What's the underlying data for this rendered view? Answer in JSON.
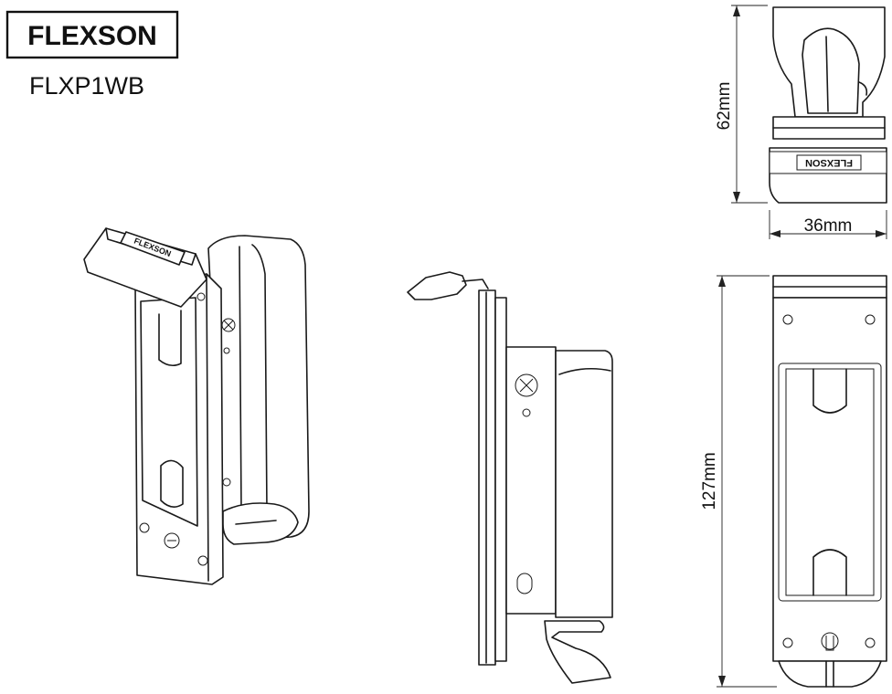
{
  "brand": {
    "logo_text": "FLEXSON",
    "model": "FLXP1WB"
  },
  "parts": {
    "cap_label": "FLEXSON"
  },
  "dimensions": {
    "top_height": "62mm",
    "top_width": "36mm",
    "plate_height": "127mm"
  },
  "colors": {
    "line": "#1a1a1a",
    "background": "#ffffff"
  }
}
